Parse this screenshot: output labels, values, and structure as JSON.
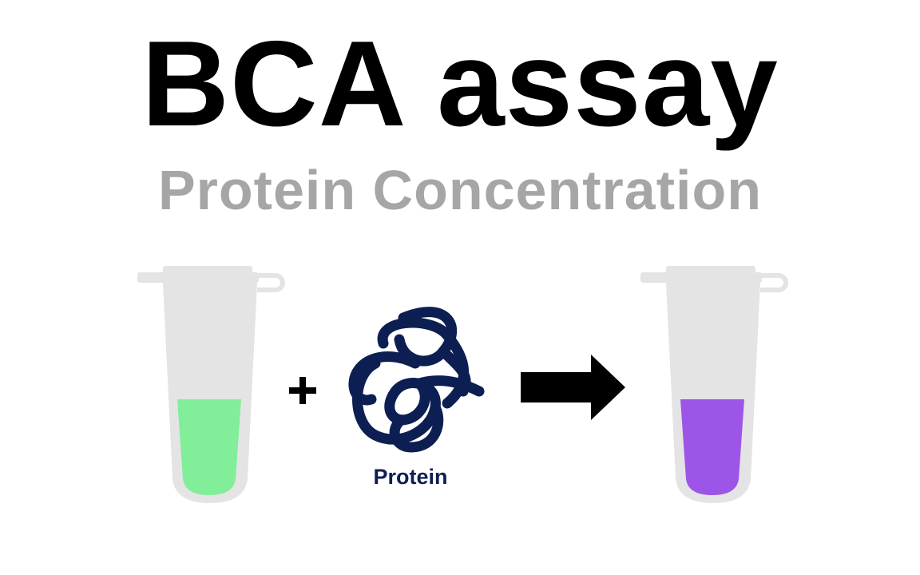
{
  "title": "BCA assay",
  "subtitle": "Protein Concentration",
  "protein_label": "Protein",
  "operator_plus": "+",
  "colors": {
    "title": "#000000",
    "subtitle": "#a6a6a6",
    "tube_body": "#e4e4e4",
    "reagent_before": "#82ee9a",
    "reagent_after": "#9d55e8",
    "protein": "#0d1f52",
    "arrow": "#000000"
  },
  "icons": {
    "tube_before": "microcentrifuge-tube-icon",
    "protein": "tangled-protein-icon",
    "arrow": "right-arrow-icon",
    "tube_after": "microcentrifuge-tube-icon"
  }
}
